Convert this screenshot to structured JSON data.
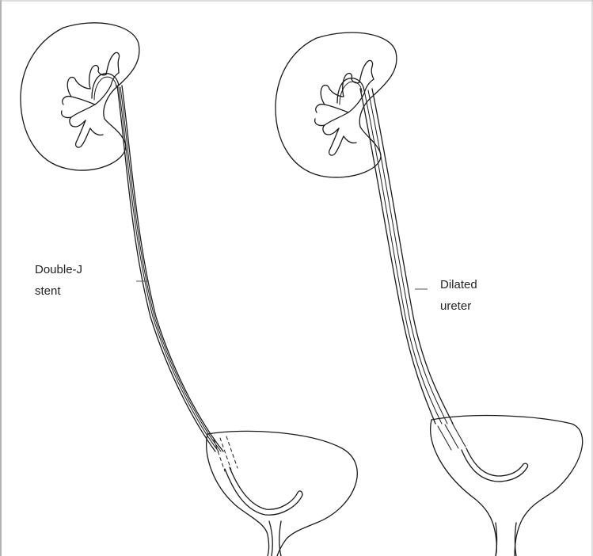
{
  "labels": {
    "stent_line1": "Double-J",
    "stent_line2": "stent",
    "ureter_line1": "Dilated",
    "ureter_line2": "ureter"
  },
  "colors": {
    "ink": "#1a1a1a",
    "frame": "#9a9a9a",
    "background": "#ffffff"
  }
}
